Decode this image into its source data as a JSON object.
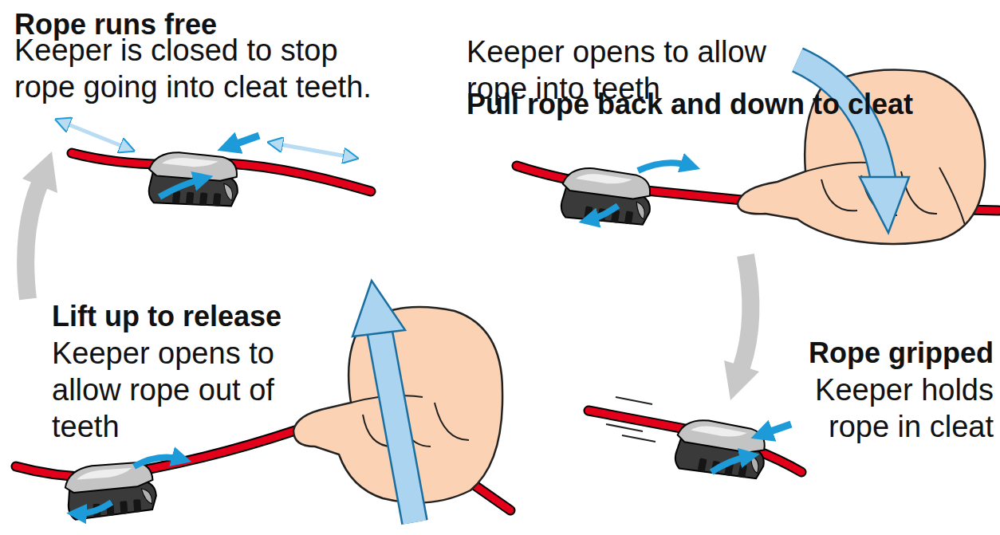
{
  "diagram": {
    "labels": [
      "Rope runs free",
      "Keeper is closed to stop rope going into cleat teeth.",
      "Pull rope back and down to cleat",
      "Keeper opens to allow rope into teeth",
      "Rope gripped",
      "Keeper holds rope in cleat",
      "Lift up to release",
      "Keeper opens to allow rope out of teeth"
    ]
  }
}
